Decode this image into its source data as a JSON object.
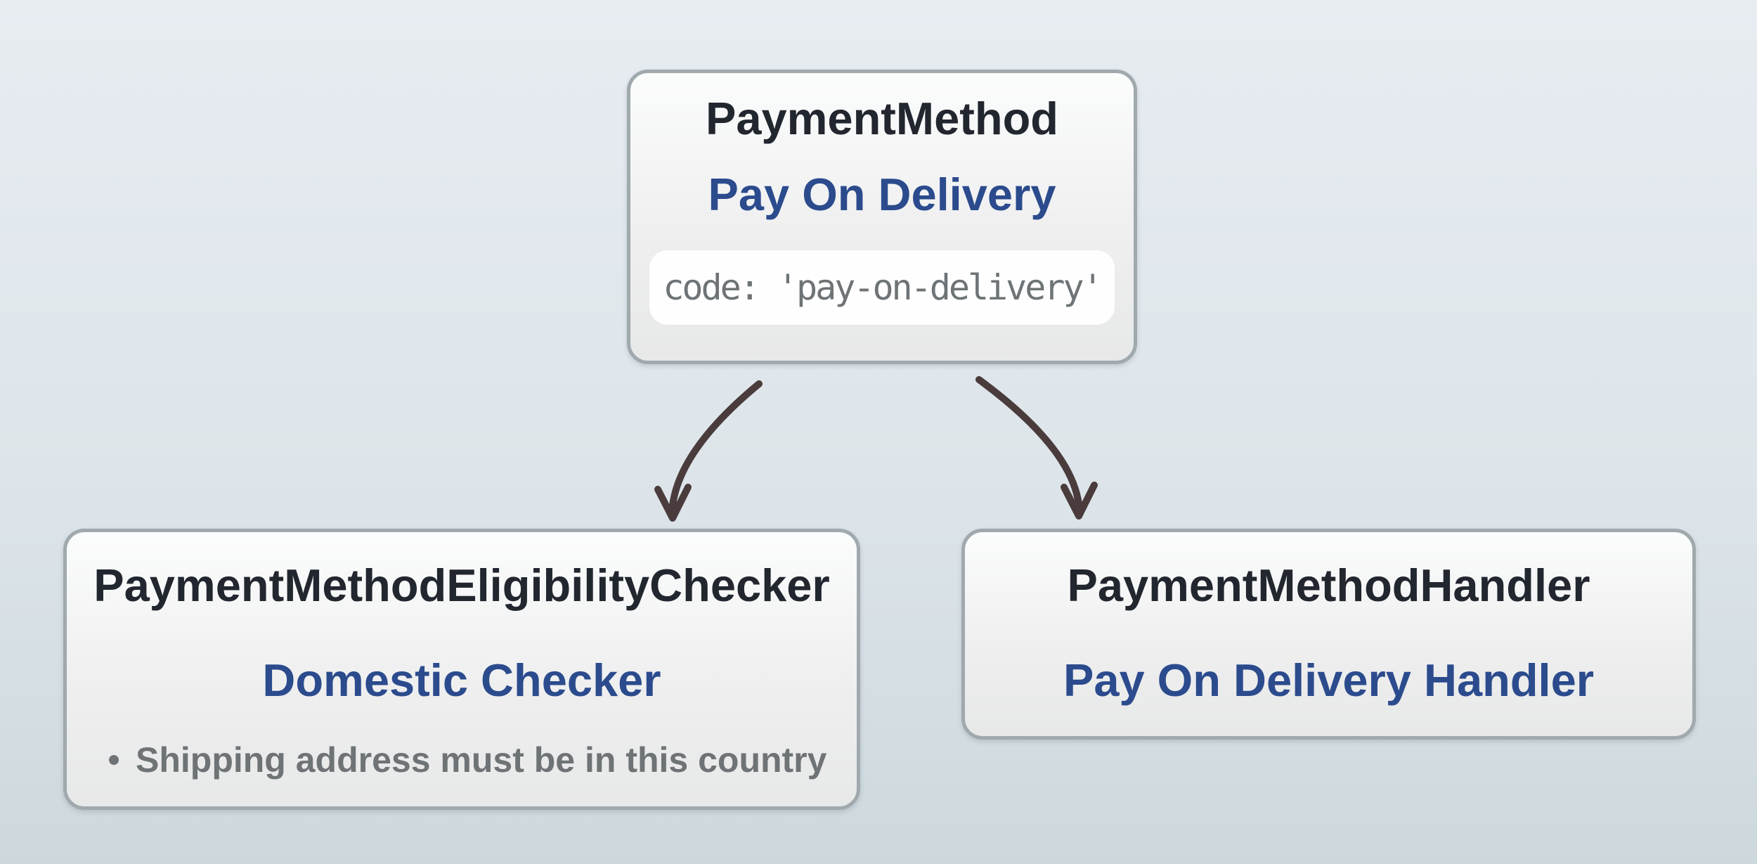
{
  "diagram": {
    "colors": {
      "background_top": "#e7ecf1",
      "background_mid": "#dde5ea",
      "background_bottom": "#cdd8dd",
      "title": "#22262f",
      "subtitle": "#2b4b8d",
      "muted": "#6e7376",
      "arrow": "#4a3c3c",
      "node_border": "#a0a9ad",
      "node_fill_top": "#fbfcfc",
      "node_fill_mid": "#efeff0",
      "node_fill_bottom": "#e7e8e8",
      "code_bg": "#fefefe"
    },
    "nodes": {
      "payment_method": {
        "title": "PaymentMethod",
        "subtitle": "Pay On Delivery",
        "code": "code: 'pay-on-delivery'"
      },
      "eligibility_checker": {
        "title": "PaymentMethodEligibilityChecker",
        "subtitle": "Domestic Checker",
        "bullet": "Shipping address must be in this country"
      },
      "handler": {
        "title": "PaymentMethodHandler",
        "subtitle": "Pay On Delivery Handler"
      }
    },
    "edges": [
      {
        "from": "payment_method",
        "to": "eligibility_checker"
      },
      {
        "from": "payment_method",
        "to": "handler"
      }
    ]
  }
}
